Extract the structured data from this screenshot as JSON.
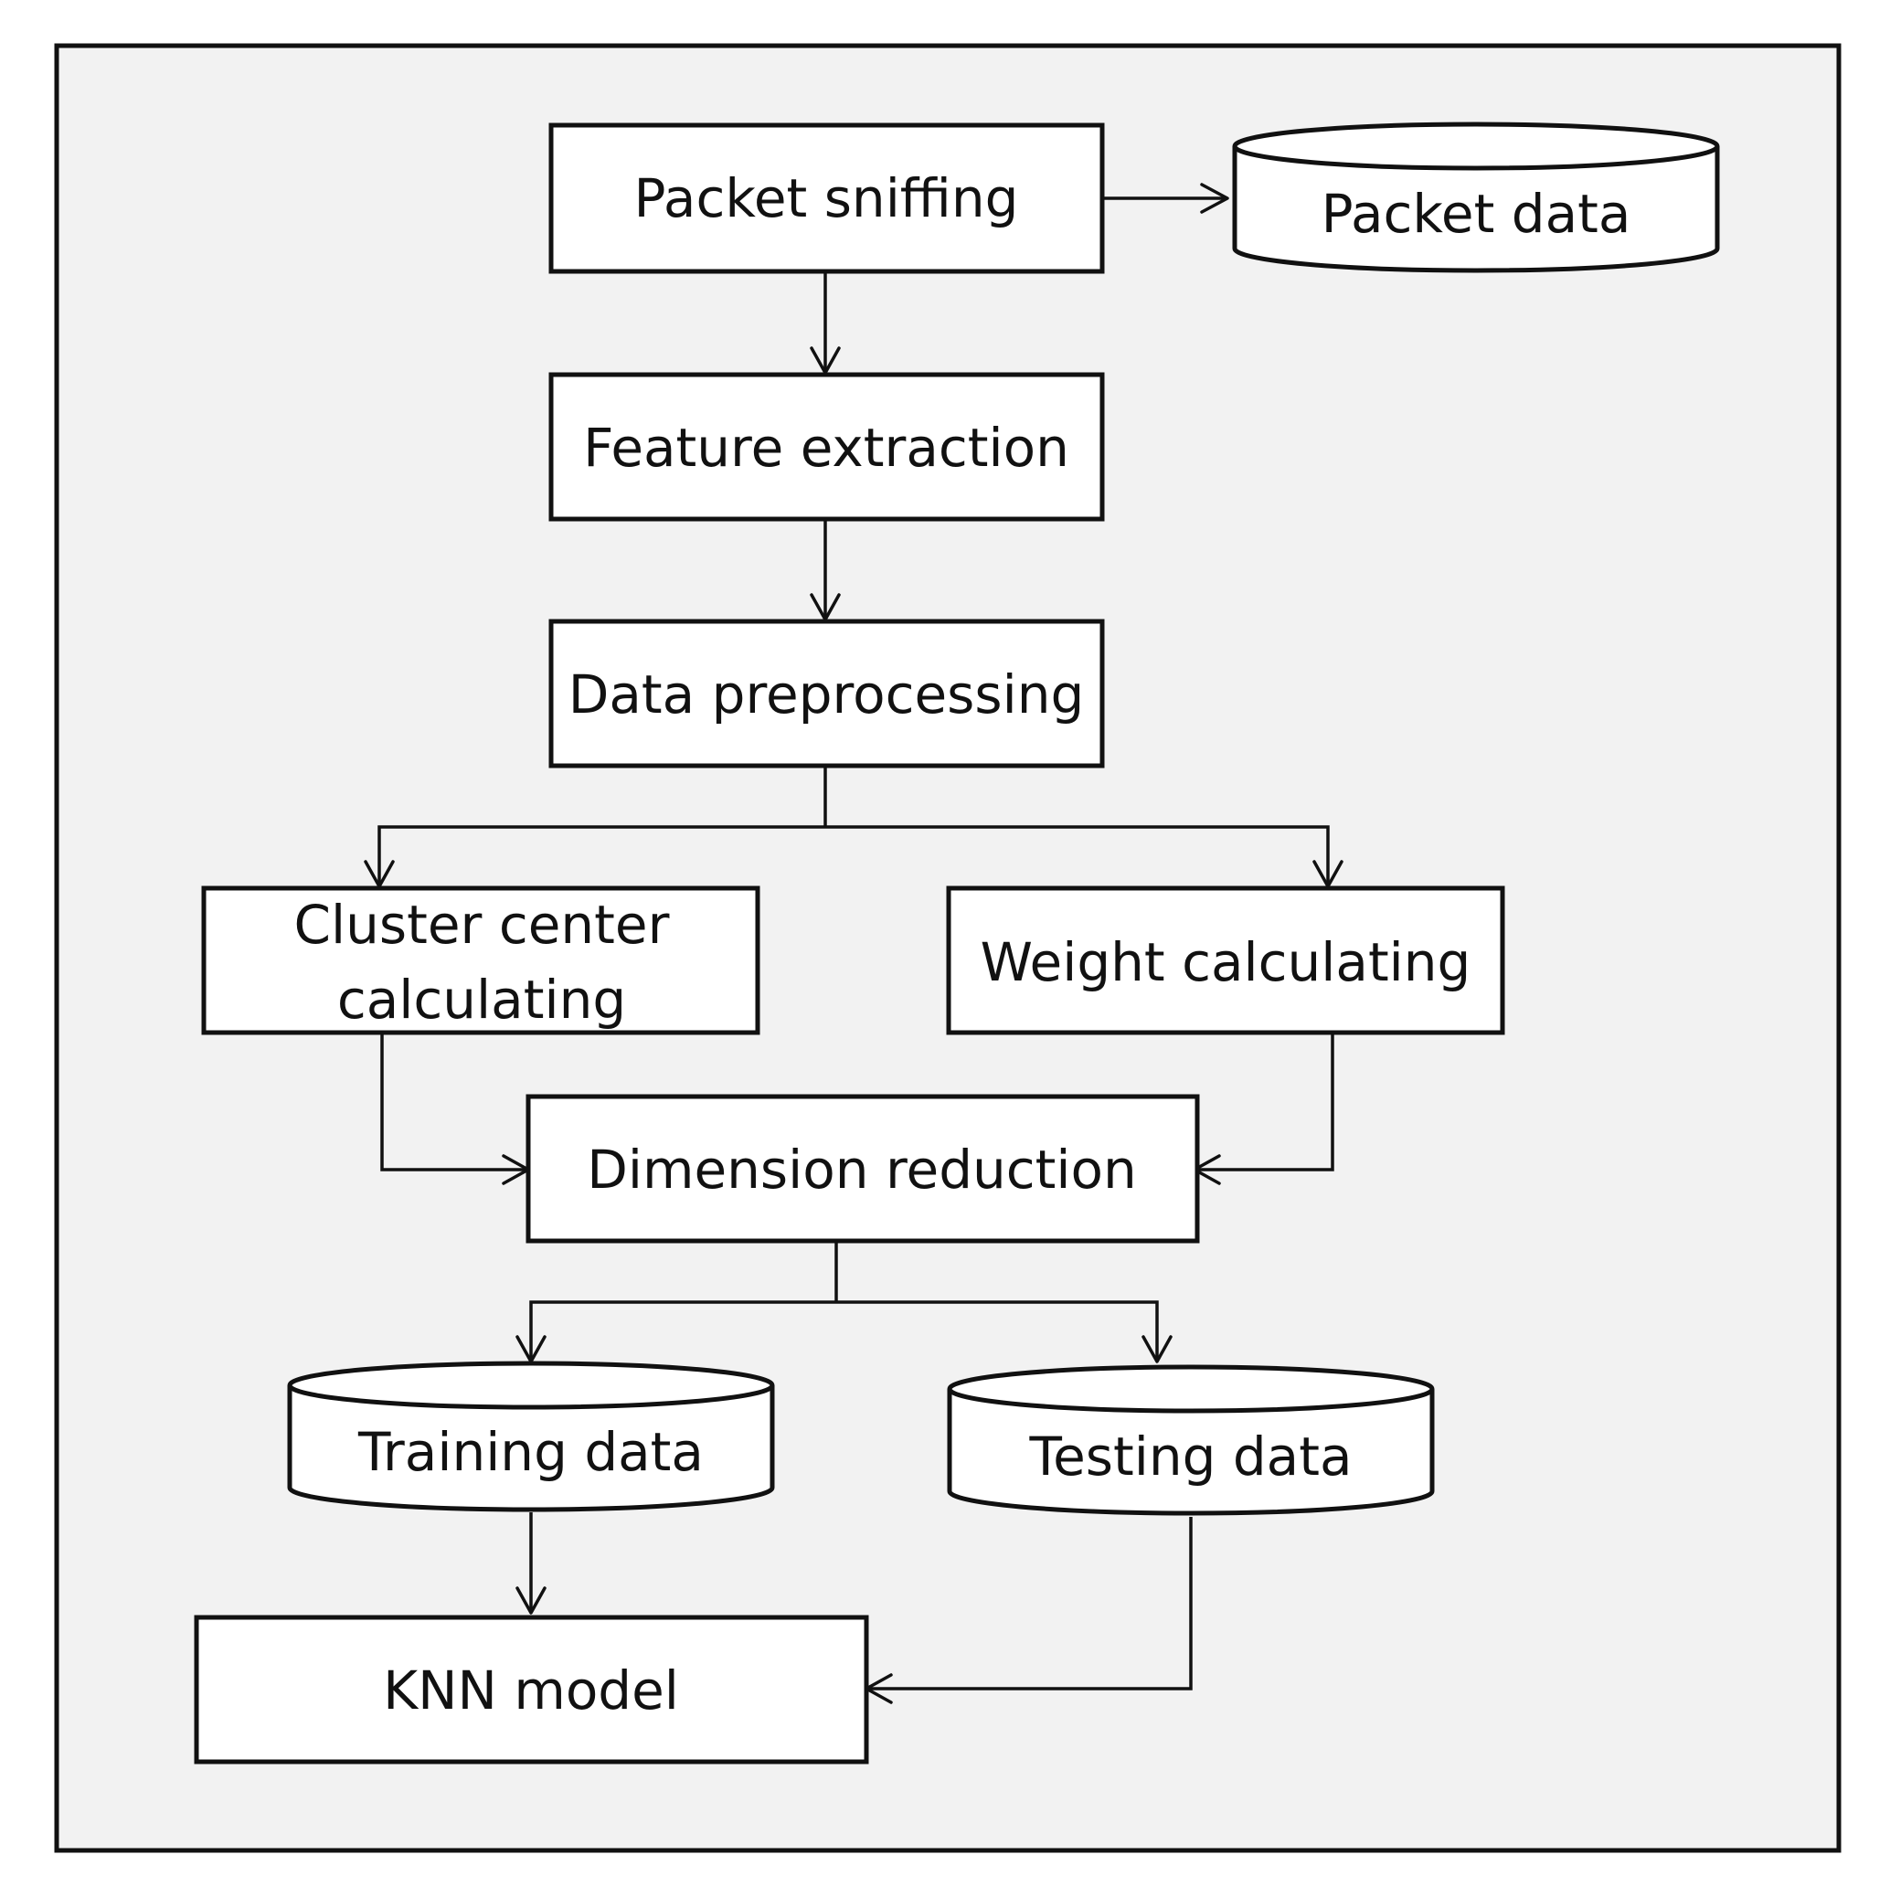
{
  "nodes": {
    "packet_sniffing": "Packet sniffing",
    "packet_data": "Packet data",
    "feature_extraction": "Feature extraction",
    "data_preprocessing": "Data preprocessing",
    "cluster_center_line1": "Cluster center",
    "cluster_center_line2": "calculating",
    "weight_calculating": "Weight calculating",
    "dimension_reduction": "Dimension reduction",
    "training_data": "Training data",
    "testing_data": "Testing data",
    "knn_model": "KNN model"
  },
  "colors": {
    "background": "#f2f2f2",
    "border": "#111111",
    "node_fill": "#ffffff",
    "text": "#111111"
  }
}
